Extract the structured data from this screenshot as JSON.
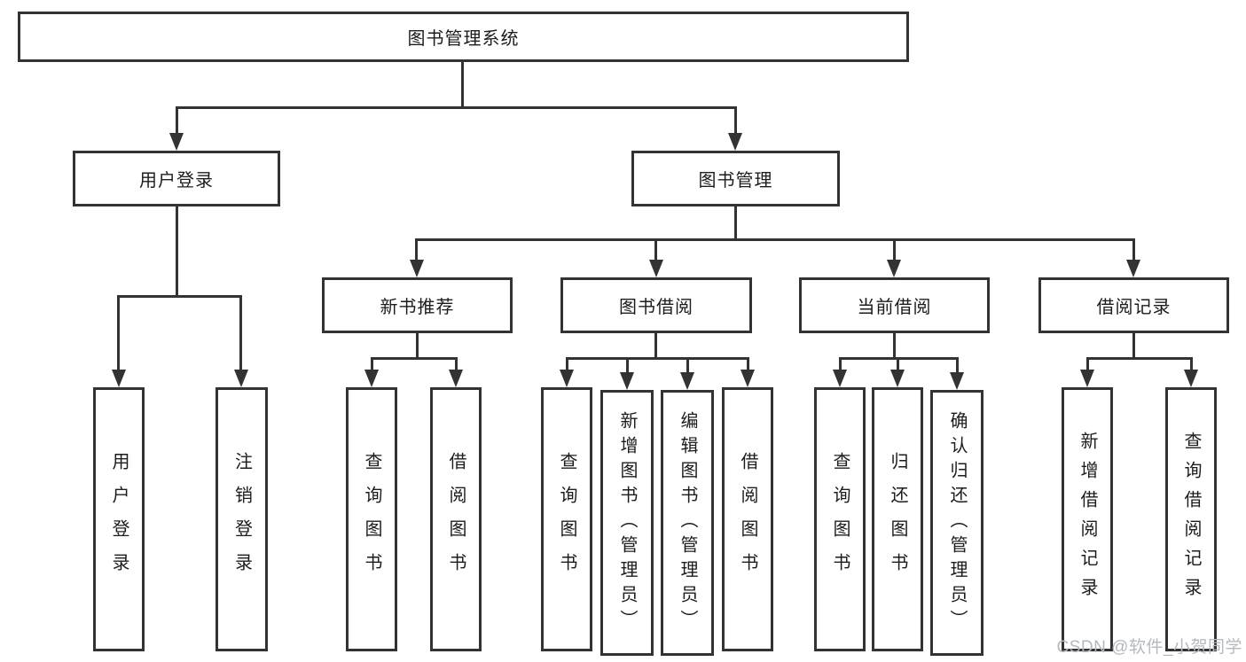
{
  "diagram": {
    "root": {
      "label": "图书管理系统"
    },
    "branches": [
      {
        "label": "用户登录",
        "children": [
          {
            "label": "用户登录"
          },
          {
            "label": "注销登录"
          }
        ]
      },
      {
        "label": "图书管理",
        "children": [
          {
            "label": "新书推荐",
            "children": [
              {
                "label": "查询图书"
              },
              {
                "label": "借阅图书"
              }
            ]
          },
          {
            "label": "图书借阅",
            "children": [
              {
                "label": "查询图书"
              },
              {
                "label": "新增图书（管理员）"
              },
              {
                "label": "编辑图书（管理员）"
              },
              {
                "label": "借阅图书"
              }
            ]
          },
          {
            "label": "当前借阅",
            "children": [
              {
                "label": "查询图书"
              },
              {
                "label": "归还图书"
              },
              {
                "label": "确认归还（管理员）"
              }
            ]
          },
          {
            "label": "借阅记录",
            "children": [
              {
                "label": "新增借阅记录"
              },
              {
                "label": "查询借阅记录"
              }
            ]
          }
        ]
      }
    ]
  },
  "watermark": {
    "text": "CSDN @软件_小贺同学"
  },
  "colors": {
    "line": "#333333",
    "text": "#1c1c1c",
    "box_background": "#ffffff",
    "page_background": "#ffffff",
    "watermark": "#b4b8c0"
  }
}
